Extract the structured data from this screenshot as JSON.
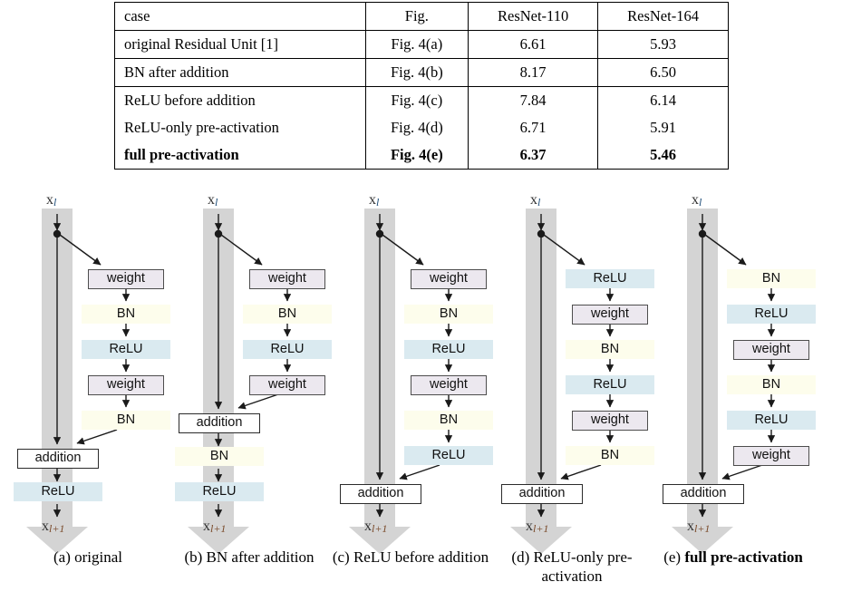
{
  "table": {
    "columns": [
      "case",
      "Fig.",
      "ResNet-110",
      "ResNet-164"
    ],
    "rows": [
      {
        "case": "original Residual Unit [1]",
        "fig": "Fig. 4(a)",
        "r110": "6.61",
        "r164": "5.93",
        "bold": false
      },
      {
        "case": "BN after addition",
        "fig": "Fig. 4(b)",
        "r110": "8.17",
        "r164": "6.50",
        "bold": false
      },
      {
        "case": "ReLU before addition",
        "fig": "Fig. 4(c)",
        "r110": "7.84",
        "r164": "6.14",
        "bold": false
      },
      {
        "case": "ReLU-only pre-activation",
        "fig": "Fig. 4(d)",
        "r110": "6.71",
        "r164": "5.91",
        "bold": false
      },
      {
        "case": "full pre-activation",
        "fig": "Fig. 4(e)",
        "r110": "6.37",
        "r164": "5.46",
        "bold": true
      }
    ]
  },
  "labels": {
    "x_in": "x",
    "x_in_sub": "l",
    "x_out": "x",
    "x_out_sub": "l+1",
    "addition": "addition",
    "weight": "weight",
    "bn": "BN",
    "relu": "ReLU"
  },
  "colors": {
    "bn_fill": "#fdfdec",
    "relu_fill": "#daeaf0",
    "weight_fill": "#ece8ef",
    "weight_border": "#4d4d4d",
    "shortcut_gray": "#d4d4d4",
    "line": "#1a1a1a"
  },
  "panels": [
    {
      "id": "a",
      "caption_lead": "(a)",
      "caption_text": "original",
      "caption_bold": false,
      "residual": [
        "weight",
        "BN",
        "ReLU",
        "weight",
        "BN"
      ],
      "after_addition": [
        "ReLU"
      ]
    },
    {
      "id": "b",
      "caption_lead": "(b)",
      "caption_text": "BN after addition",
      "caption_bold": false,
      "residual": [
        "weight",
        "BN",
        "ReLU",
        "weight"
      ],
      "after_addition": [
        "BN",
        "ReLU"
      ]
    },
    {
      "id": "c",
      "caption_lead": "(c)",
      "caption_text": "ReLU before addition",
      "caption_bold": false,
      "residual": [
        "weight",
        "BN",
        "ReLU",
        "weight",
        "BN",
        "ReLU"
      ],
      "after_addition": []
    },
    {
      "id": "d",
      "caption_lead": "(d)",
      "caption_text": "ReLU-only pre-activation",
      "caption_bold": false,
      "residual": [
        "ReLU",
        "weight",
        "BN",
        "ReLU",
        "weight",
        "BN"
      ],
      "after_addition": []
    },
    {
      "id": "e",
      "caption_lead": "(e)",
      "caption_text": "full pre-activation",
      "caption_bold": true,
      "residual": [
        "BN",
        "ReLU",
        "weight",
        "BN",
        "ReLU",
        "weight"
      ],
      "after_addition": []
    }
  ]
}
